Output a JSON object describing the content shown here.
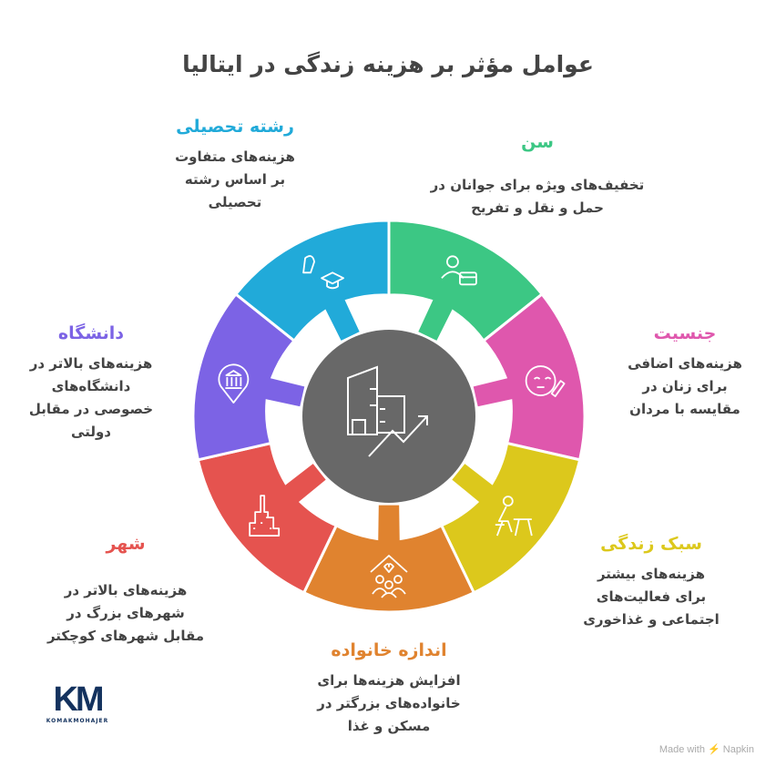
{
  "title": "عوامل مؤثر بر هزینه زندگی در ایتالیا",
  "center": {
    "color": "#686868",
    "icon": "building-growth-icon"
  },
  "segments": [
    {
      "key": "age",
      "title": "سن",
      "lines": [
        "تخفیف‌های ویژه برای جوانان در",
        "حمل و نقل و تفریح"
      ],
      "color": "#3cc784",
      "icon": "person-card-icon"
    },
    {
      "key": "gender",
      "title": "جنسیت",
      "lines": [
        "هزینه‌های اضافی",
        "برای زنان در",
        "مقایسه با مردان"
      ],
      "color": "#df57ad",
      "icon": "face-makeup-icon"
    },
    {
      "key": "lifestyle",
      "title": "سبک زندگی",
      "lines": [
        "هزینه‌های بیشتر",
        "برای فعالیت‌های",
        "اجتماعی و غذاخوری"
      ],
      "color": "#dcc81c",
      "icon": "person-dining-icon"
    },
    {
      "key": "family",
      "title": "اندازه خانواده",
      "lines": [
        "افزایش هزینه‌ها برای",
        "خانواده‌های بزرگتر در",
        "مسکن و غذا"
      ],
      "color": "#e0832f",
      "icon": "family-home-icon"
    },
    {
      "key": "city",
      "title": "شهر",
      "lines": [
        "هزینه‌های بالاتر در",
        "شهرهای بزرگ در",
        "مقابل شهرهای کوچکتر"
      ],
      "color": "#e5534f",
      "icon": "city-skyline-icon"
    },
    {
      "key": "university",
      "title": "دانشگاه",
      "lines": [
        "هزینه‌های بالاتر در",
        "دانشگاه‌های",
        "خصوصی در مقابل",
        "دولتی"
      ],
      "color": "#7c63e5",
      "icon": "university-pin-icon"
    },
    {
      "key": "major",
      "title": "رشته تحصیلی",
      "lines": [
        "هزینه‌های متفاوت",
        "بر اساس رشته",
        "تحصیلی"
      ],
      "color": "#21aad9",
      "icon": "graduation-icon"
    }
  ],
  "logo": {
    "mark": "KM",
    "name": "KOMAKMOHAJER"
  },
  "footer": "Made with ⚡ Napkin"
}
